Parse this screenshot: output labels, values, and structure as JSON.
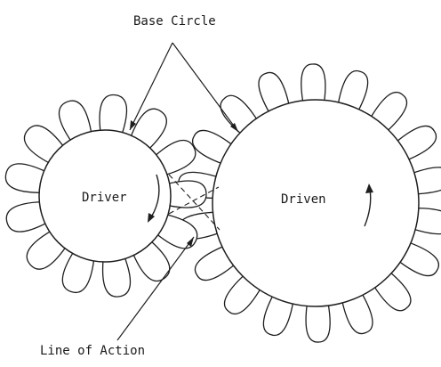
{
  "labels": {
    "base_circle": "Base Circle",
    "line_of_action": "Line of Action",
    "driver": "Driver",
    "driven": "Driven"
  },
  "colors": {
    "ink": "#1e1e1e",
    "background": "#ffffff"
  },
  "gears": {
    "driver": {
      "teeth": 13
    },
    "driven": {
      "teeth": 18
    }
  }
}
